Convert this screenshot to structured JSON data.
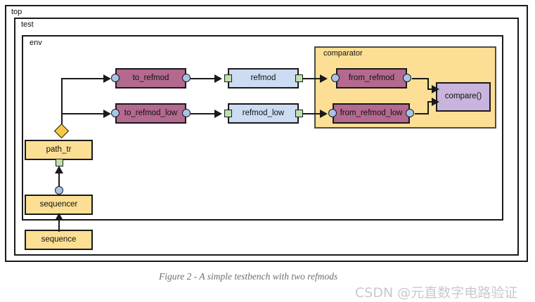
{
  "diagram": {
    "containers": [
      {
        "id": "top",
        "label": "top"
      },
      {
        "id": "test",
        "label": "test"
      },
      {
        "id": "env",
        "label": "env"
      }
    ],
    "groups": [
      {
        "id": "comparator",
        "label": "comparator",
        "color": "#fcdf94"
      }
    ],
    "nodes": [
      {
        "id": "to_refmod",
        "label": "to_refmod",
        "color": "#b4698f"
      },
      {
        "id": "to_refmod_low",
        "label": "to_refmod_low",
        "color": "#b4698f"
      },
      {
        "id": "refmod",
        "label": "refmod",
        "color": "#ccdcf2"
      },
      {
        "id": "refmod_low",
        "label": "refmod_low",
        "color": "#ccdcf2"
      },
      {
        "id": "from_refmod",
        "label": "from_refmod",
        "color": "#b4698f"
      },
      {
        "id": "from_refmod_low",
        "label": "from_refmod_low",
        "color": "#b4698f"
      },
      {
        "id": "compare",
        "label": "compare()",
        "color": "#c9b4dd"
      },
      {
        "id": "path_tr",
        "label": "path_tr",
        "color": "#fcdf94"
      },
      {
        "id": "sequencer",
        "label": "sequencer",
        "color": "#fcdf94"
      },
      {
        "id": "sequence",
        "label": "sequence",
        "color": "#fcdf94"
      }
    ],
    "connectors": {
      "port_color": "#a8c4e8",
      "export_color": "#bfe0ae",
      "diamond_color": "#f6c846",
      "line_color": "#1a1a1a"
    }
  },
  "caption": {
    "text": "Figure 2 - A simple testbench with two refmods"
  },
  "watermark": {
    "text": "CSDN @元直数字电路验证"
  }
}
